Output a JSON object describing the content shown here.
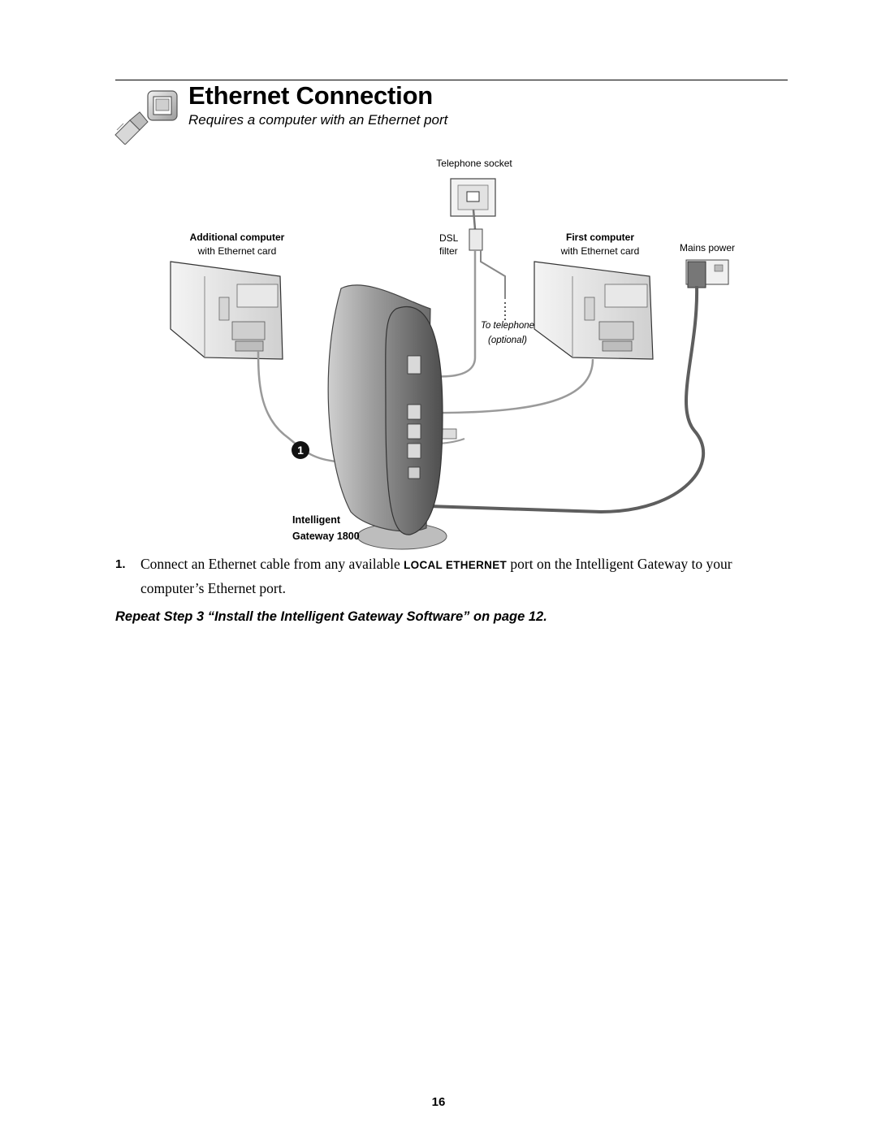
{
  "header": {
    "title": "Ethernet Connection",
    "subtitle": "Requires a computer with an Ethernet port"
  },
  "diagram": {
    "telephone_socket": "Telephone socket",
    "dsl_line1": "DSL",
    "dsl_line2": "filter",
    "additional_computer_title": "Additional computer",
    "additional_computer_sub": "with Ethernet card",
    "first_computer_title": "First computer",
    "first_computer_sub": "with Ethernet card",
    "mains_power": "Mains power",
    "to_telephone_line1": "To telephone",
    "to_telephone_line2": "(optional)",
    "callout_number": "1",
    "gateway_line1": "Intelligent",
    "gateway_line2": "Gateway 1800"
  },
  "step1": {
    "number": "1.",
    "text_before": "Connect an Ethernet cable from any available ",
    "port_name": "LOCAL ETHERNET",
    "text_after": " port on the Intelligent Gateway to your computer’s Ethernet port."
  },
  "repeat_note": "Repeat Step 3 “Install the Intelligent Gateway Software” on page 12.",
  "page_number": "16"
}
